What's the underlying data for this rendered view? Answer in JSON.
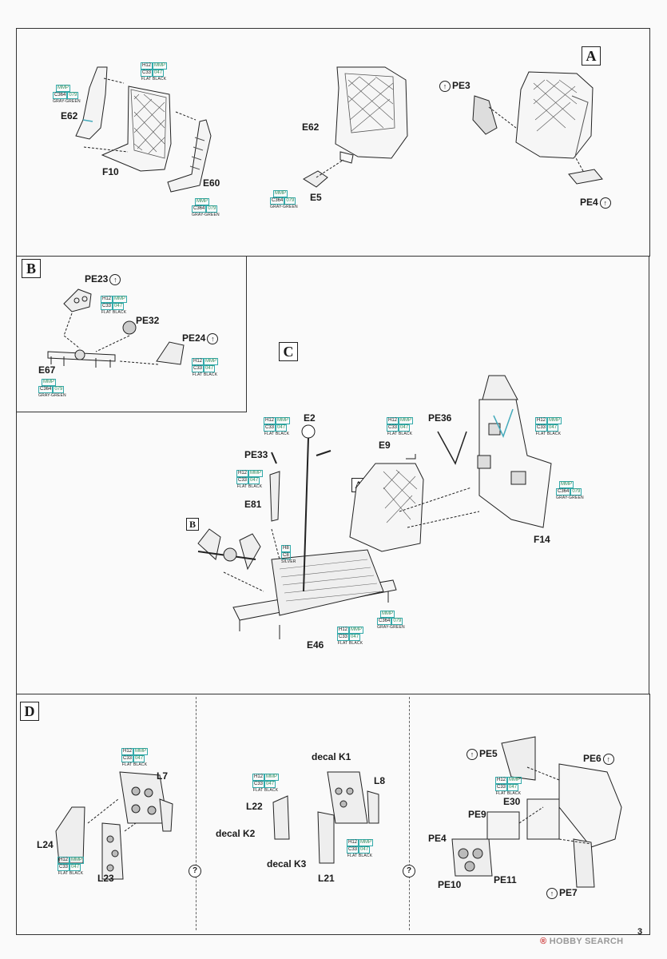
{
  "steps": {
    "a": "A",
    "b": "B",
    "c": "C",
    "d": "D"
  },
  "paint": {
    "h12": "H12",
    "mmp": "MMP",
    "c33": "C33",
    "n047": "047",
    "flat_black": "FLAT BLACK",
    "c364": "C364",
    "n079": "079",
    "gray_green": "GRAY-GREEN",
    "h8": "H8",
    "c8": "C8",
    "silver": "SILVER"
  },
  "parts": {
    "e62": "E62",
    "f10": "F10",
    "e60": "E60",
    "e5": "E5",
    "pe3": "PE3",
    "pe4": "PE4",
    "pe23": "PE23",
    "pe32": "PE32",
    "pe24": "PE24",
    "e67": "E67",
    "e2": "E2",
    "pe33": "PE33",
    "e81": "E81",
    "pe36": "PE36",
    "e9": "E9",
    "f14": "F14",
    "e46": "E46",
    "l7": "L7",
    "l24": "L24",
    "l23": "L23",
    "decal_k1": "decal K1",
    "l8": "L8",
    "l22": "L22",
    "decal_k2": "decal K2",
    "decal_k3": "decal K3",
    "l21": "L21",
    "pe5": "PE5",
    "pe6": "PE6",
    "e30": "E30",
    "pe9": "PE9",
    "pe10": "PE10",
    "pe11": "PE11",
    "pe7": "PE7"
  },
  "icons": {
    "pe_symbol": "↑",
    "question": "?"
  },
  "page_number": "3",
  "watermark": {
    "brand": "HOBBY SEARCH",
    "mark": "®"
  },
  "colors": {
    "frame": "#333333",
    "paint_box": "#33aaaa",
    "mmp_text": "#2a8a5a",
    "watermark": "#999999"
  }
}
